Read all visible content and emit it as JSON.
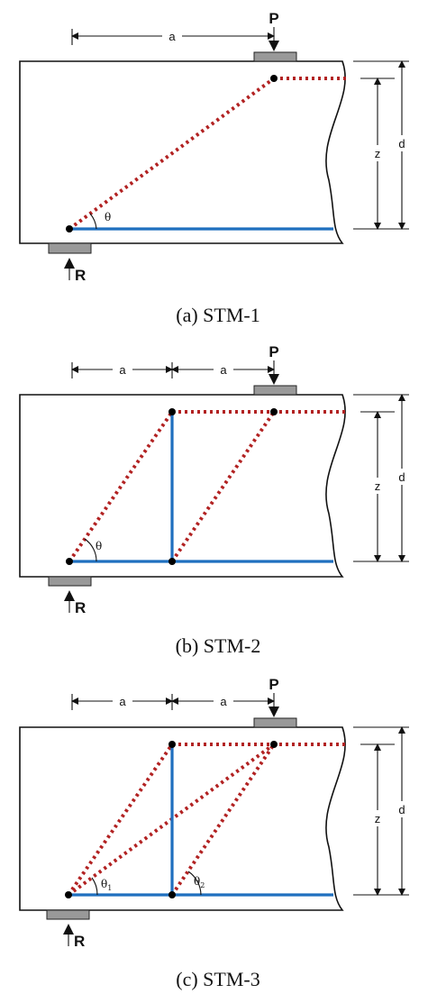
{
  "panels": [
    {
      "caption": "(a) STM-1",
      "load_label": "P",
      "reaction_label": "R",
      "dim_a_labels": [
        "a"
      ],
      "z_label": "z",
      "d_label": "d",
      "angle_labels": [
        "θ"
      ],
      "angle_subscripts": [
        ""
      ]
    },
    {
      "caption": "(b) STM-2",
      "load_label": "P",
      "reaction_label": "R",
      "dim_a_labels": [
        "a",
        "a"
      ],
      "z_label": "z",
      "d_label": "d",
      "angle_labels": [
        "θ"
      ],
      "angle_subscripts": [
        ""
      ]
    },
    {
      "caption": "(c) STM-3",
      "load_label": "P",
      "reaction_label": "R",
      "dim_a_labels": [
        "a",
        "a"
      ],
      "z_label": "z",
      "d_label": "d",
      "angle_labels": [
        "θ",
        "θ"
      ],
      "angle_subscripts": [
        "1",
        "2"
      ]
    }
  ],
  "colors": {
    "strut": "#b22222",
    "tie": "#1f6fbf",
    "beam_outline": "#111111",
    "bearing_plate": "#999999"
  }
}
